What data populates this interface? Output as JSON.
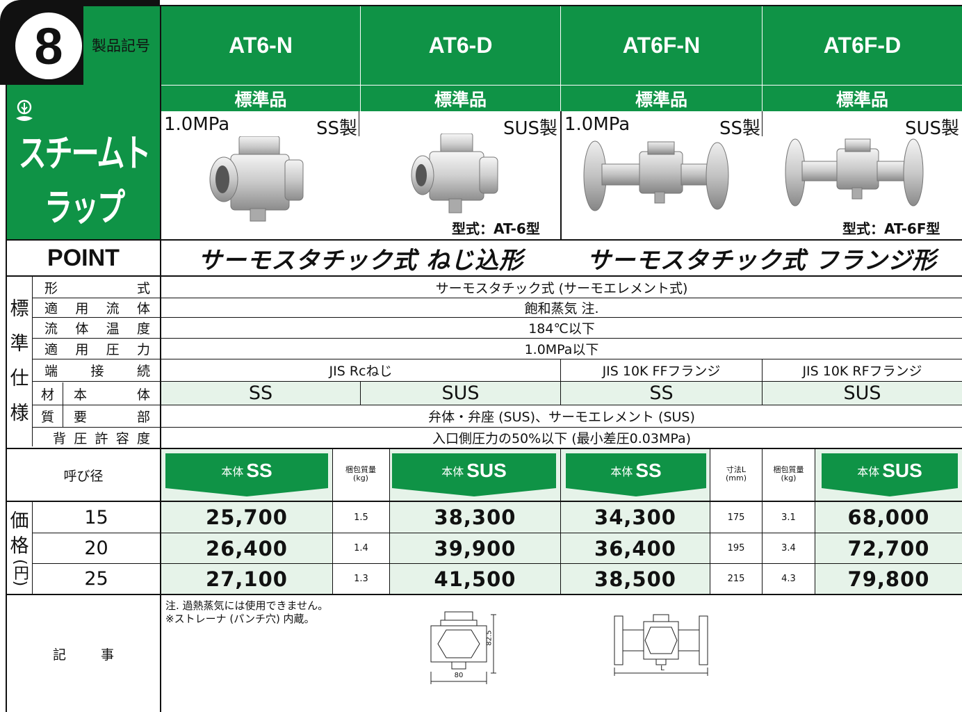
{
  "badge": {
    "number": "8",
    "label": "製品記号"
  },
  "category": "スチームトラップ",
  "products": [
    {
      "code": "AT6-N",
      "standard": "標準品"
    },
    {
      "code": "AT6-D",
      "standard": "標準品"
    },
    {
      "code": "AT6F-N",
      "standard": "標準品"
    },
    {
      "code": "AT6F-D",
      "standard": "標準品"
    }
  ],
  "photo_labels": {
    "p1_pressure": "1.0MPa",
    "p1_material": "SS製",
    "p2_material": "SUS製",
    "p2_model": "型式：AT-6型",
    "p3_pressure": "1.0MPa",
    "p3_material": "SS製",
    "p4_material": "SUS製",
    "p4_model": "型式：AT-6F型"
  },
  "point": {
    "label": "POINT",
    "screw": "サーモスタチック式 ねじ込形",
    "flange": "サーモスタチック式 フランジ形"
  },
  "spec": {
    "group_label": [
      "標",
      "準",
      "仕",
      "様"
    ],
    "material_label": [
      "材",
      "質"
    ],
    "rows": [
      {
        "label": "形式",
        "value": "サーモスタチック式 (サーモエレメント式)"
      },
      {
        "label": "適用流体",
        "value": "飽和蒸気 注."
      },
      {
        "label": "流体温度",
        "value": "184℃以下"
      },
      {
        "label": "適用圧力",
        "value": "1.0MPa以下"
      }
    ],
    "connection": {
      "label": "端接続",
      "screw": "JIS Rcねじ",
      "ff": "JIS 10K FFフランジ",
      "rf": "JIS 10K RFフランジ"
    },
    "body": {
      "label": "本体",
      "values": [
        "SS",
        "SUS",
        "SS",
        "SUS"
      ]
    },
    "parts": {
      "label": "要部",
      "value": "弁体・弁座 (SUS)、サーモエレメント (SUS)"
    },
    "back_pressure": {
      "label": "背圧許容度",
      "value": "入口側圧力の50%以下 (最小差圧0.03MPa)"
    }
  },
  "price_table": {
    "nominal_label": "呼び径",
    "price_label": [
      "価",
      "格",
      "(円)"
    ],
    "headers": {
      "b1_prefix": "本体",
      "b1_main": "SS",
      "w1": "梱包質量\n(kg)",
      "b2_prefix": "本体",
      "b2_main": "SUS",
      "b3_prefix": "本体",
      "b3_main": "SS",
      "dim": "寸法L\n(mm)",
      "w2": "梱包質量\n(kg)",
      "b4_prefix": "本体",
      "b4_main": "SUS"
    },
    "rows": [
      {
        "size": "15",
        "p1": "25,700",
        "w1": "1.5",
        "p2": "38,300",
        "p3": "34,300",
        "dim": "175",
        "w2": "3.1",
        "p4": "68,000"
      },
      {
        "size": "20",
        "p1": "26,400",
        "w1": "1.4",
        "p2": "39,900",
        "p3": "36,400",
        "dim": "195",
        "w2": "3.4",
        "p4": "72,700"
      },
      {
        "size": "25",
        "p1": "27,100",
        "w1": "1.3",
        "p2": "41,500",
        "p3": "38,500",
        "dim": "215",
        "w2": "4.3",
        "p4": "79,800"
      }
    ]
  },
  "notes": {
    "label": "記事",
    "lines": [
      "注. 過熱蒸気には使用できません。",
      "※ストレーナ (パンチ穴) 内蔵。"
    ],
    "dim_height": "82.5",
    "dim_width": "80",
    "dim_L": "L"
  },
  "colors": {
    "brand_green": "#0f9346",
    "light_green": "#e6f3e9",
    "black": "#111111"
  }
}
